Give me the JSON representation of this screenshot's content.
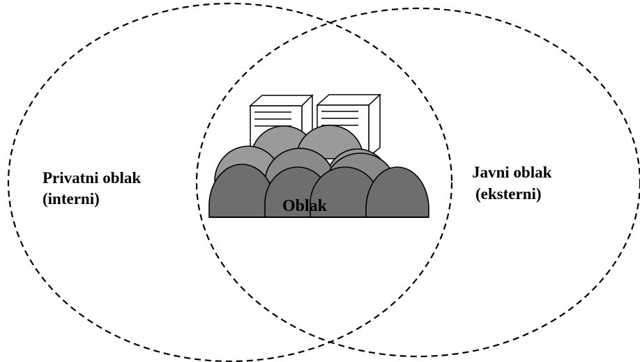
{
  "diagram": {
    "left_circle": {
      "line1": "Privatni oblak",
      "line2": "(interni)"
    },
    "right_circle": {
      "line1": "Javni oblak",
      "line2": "(eksterni)"
    },
    "center": {
      "label": "Oblak"
    },
    "colors": {
      "stroke": "#000000",
      "cloud_back": "#9a9a9a",
      "cloud_mid": "#8a8a8a",
      "cloud_front": "#6e6e6e",
      "server_fill": "#ffffff"
    },
    "icons": [
      "server-icon",
      "server-icon",
      "cloud-icon"
    ]
  }
}
